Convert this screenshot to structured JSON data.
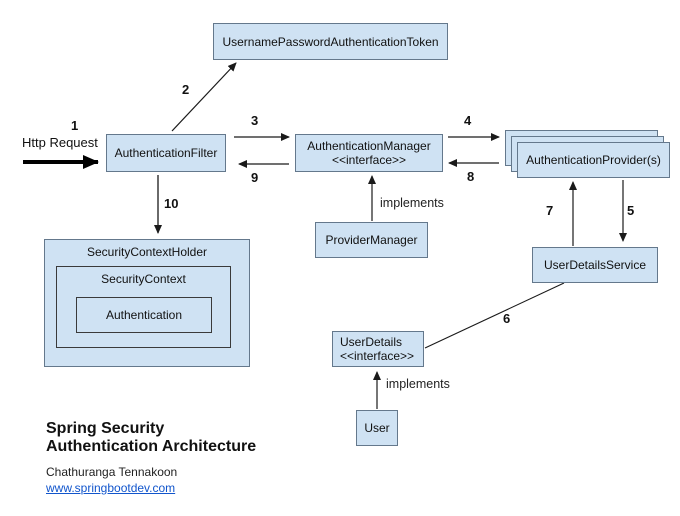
{
  "diagram": {
    "request": {
      "number": "1",
      "label": "Http Request"
    },
    "steps": {
      "s2": "2",
      "s3": "3",
      "s4": "4",
      "s5": "5",
      "s6": "6",
      "s7": "7",
      "s8": "8",
      "s9": "9",
      "s10": "10"
    },
    "nodes": {
      "token": {
        "label": "UsernamePasswordAuthenticationToken"
      },
      "filter": {
        "label": "AuthenticationFilter"
      },
      "manager": {
        "label": "AuthenticationManager",
        "stereotype": "<<interface>>"
      },
      "provider": {
        "label": "AuthenticationProvider(s)"
      },
      "provider_manager": {
        "label": "ProviderManager"
      },
      "user_details_service": {
        "label": "UserDetailsService"
      },
      "user_details": {
        "label": "UserDetails",
        "stereotype": "<<interface>>"
      },
      "user": {
        "label": "User"
      },
      "security_context_holder": {
        "label": "SecurityContextHolder"
      },
      "security_context": {
        "label": "SecurityContext"
      },
      "authentication": {
        "label": "Authentication"
      }
    },
    "edge_labels": {
      "provider_manager_implements": "implements",
      "user_implements": "implements"
    },
    "colors": {
      "box_fill": "#cfe2f3",
      "box_border": "#64788c",
      "inner_box_border": "#3a3a3a",
      "arrow": "#1a1a1a",
      "link": "#1155cc"
    }
  },
  "footer": {
    "title_line1": "Spring Security",
    "title_line2": "Authentication Architecture",
    "author": "Chathuranga Tennakoon",
    "link": "www.springbootdev.com"
  }
}
